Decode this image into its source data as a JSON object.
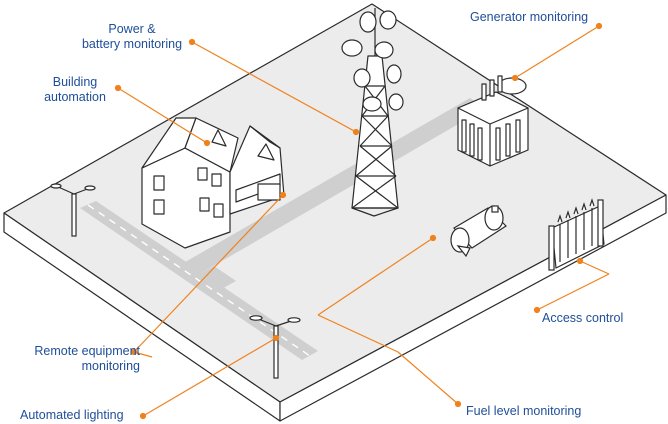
{
  "labels": {
    "power_line1": "Power &",
    "power_line2": "battery monitoring",
    "generator": "Generator monitoring",
    "building_line1": "Building",
    "building_line2": "automation",
    "remote_line1": "Remote equipment",
    "remote_line2": "monitoring",
    "lighting": "Automated lighting",
    "access": "Access control",
    "fuel": "Fuel level monitoring"
  },
  "colors": {
    "label_text": "#1f4e99",
    "leader_line": "#f0821e",
    "outline": "#2b2b2b",
    "ground": "#e9e9e9",
    "road": "#cfcfcf"
  }
}
